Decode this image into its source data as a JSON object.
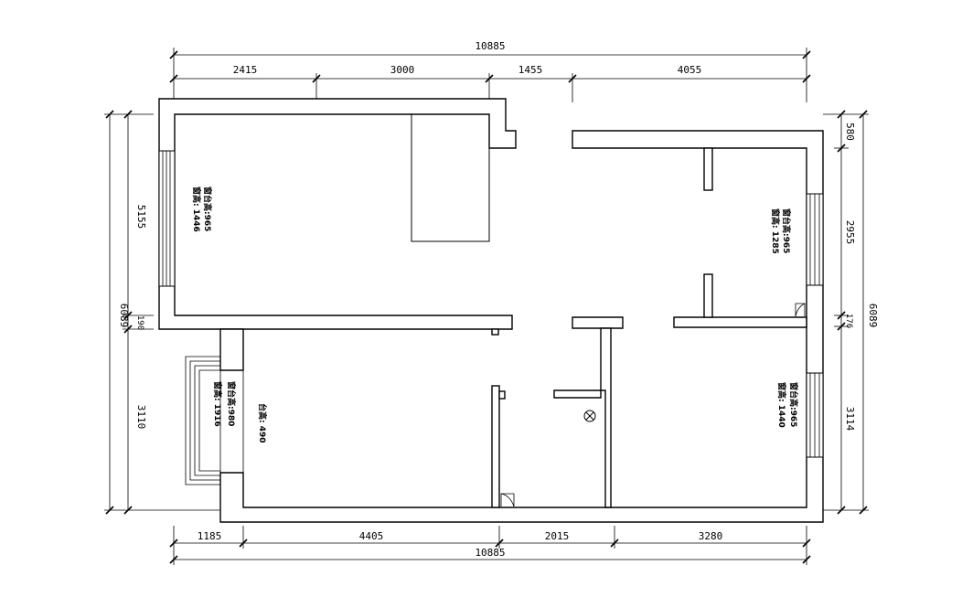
{
  "dimensions": {
    "top_total": "10885",
    "top_segments": [
      "2415",
      "3000",
      "1455",
      "4055"
    ],
    "bottom_total": "10885",
    "bottom_segments": [
      "1185",
      "4405",
      "2015",
      "3280"
    ],
    "left_total": "6089",
    "left_segments": [
      "5155",
      "190",
      "3110"
    ],
    "right_total": "6089",
    "right_segments": [
      "580",
      "2955",
      "176",
      "3114"
    ]
  },
  "notes": {
    "bedroom_top_left": [
      "窗台高:965",
      "窗高: 1446"
    ],
    "bedroom_top_right": [
      "窗台高:965",
      "窗高: 1285"
    ],
    "balcony_window": [
      "窗台高:980",
      "窗高: 1916"
    ],
    "platform_height": "台高: 490",
    "bedroom_bottom_right": [
      "窗台高:965",
      "窗高: 1440"
    ]
  }
}
